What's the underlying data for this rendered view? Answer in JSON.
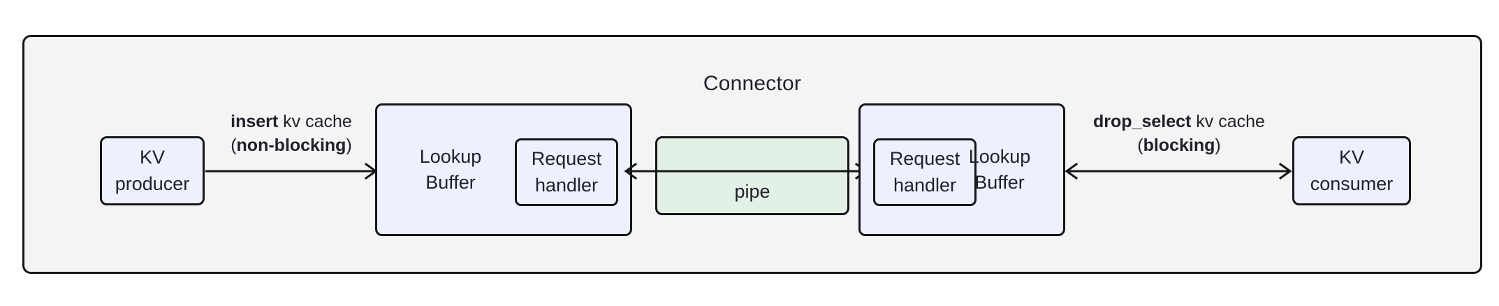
{
  "diagram": {
    "title": "Connector",
    "colors": {
      "page_background": "#ffffff",
      "connector_fill": "#f4f4f4",
      "node_blue_fill": "#eef1fd",
      "node_green_fill": "#e3f0e5",
      "stroke": "#16161a",
      "text": "#20212b"
    },
    "nodes": {
      "kv_producer": {
        "label": "KV\nproducer"
      },
      "lookup_buffer_left": {
        "label": "Lookup\nBuffer"
      },
      "request_handler_left": {
        "label": "Request\nhandler"
      },
      "pipe": {
        "label": "pipe"
      },
      "request_handler_right": {
        "label": "Request\nhandler"
      },
      "lookup_buffer_right": {
        "label": "Lookup\nBuffer"
      },
      "kv_consumer": {
        "label": "KV\nconsumer"
      }
    },
    "edges": {
      "producer_to_buffer": {
        "operation": "insert",
        "object": " kv cache",
        "open_paren": "(",
        "mode": "non-blocking",
        "close_paren": ")",
        "direction": "right"
      },
      "buffer_to_buffer": {
        "direction": "both"
      },
      "buffer_to_consumer": {
        "operation": "drop_select",
        "object": " kv cache",
        "open_paren": "(",
        "mode": "blocking",
        "close_paren": ")",
        "direction": "both"
      }
    }
  }
}
